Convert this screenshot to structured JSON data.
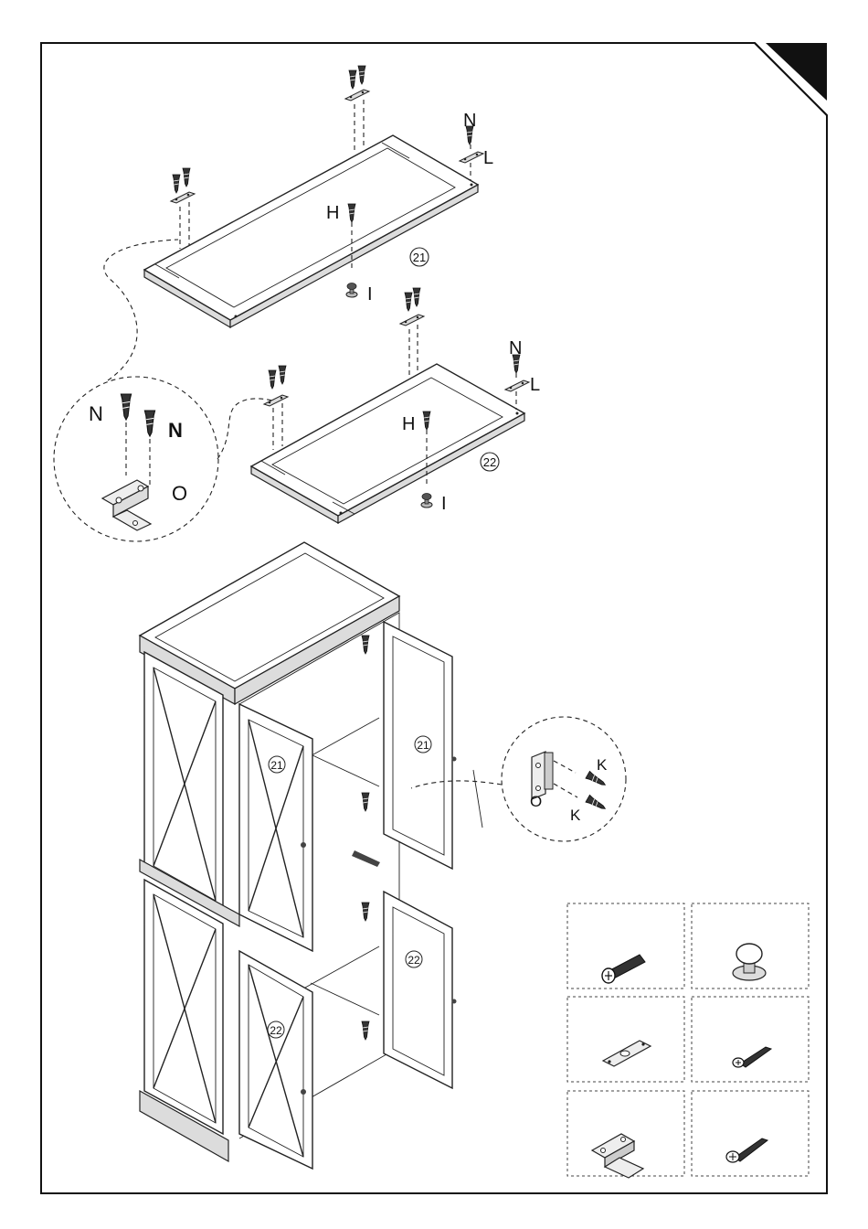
{
  "labels": {
    "panel_21": "21",
    "panel_22": "22",
    "screw_N": "N",
    "plate_L": "L",
    "bolt_H": "H",
    "knob_I": "I",
    "hinge_O": "O",
    "screw_K": "K"
  },
  "hardware_grid": [
    {
      "icon": "bolt-icon"
    },
    {
      "icon": "knob-icon"
    },
    {
      "icon": "plate-icon"
    },
    {
      "icon": "short-screw-icon"
    },
    {
      "icon": "hinge-icon"
    },
    {
      "icon": "long-screw-icon"
    }
  ]
}
